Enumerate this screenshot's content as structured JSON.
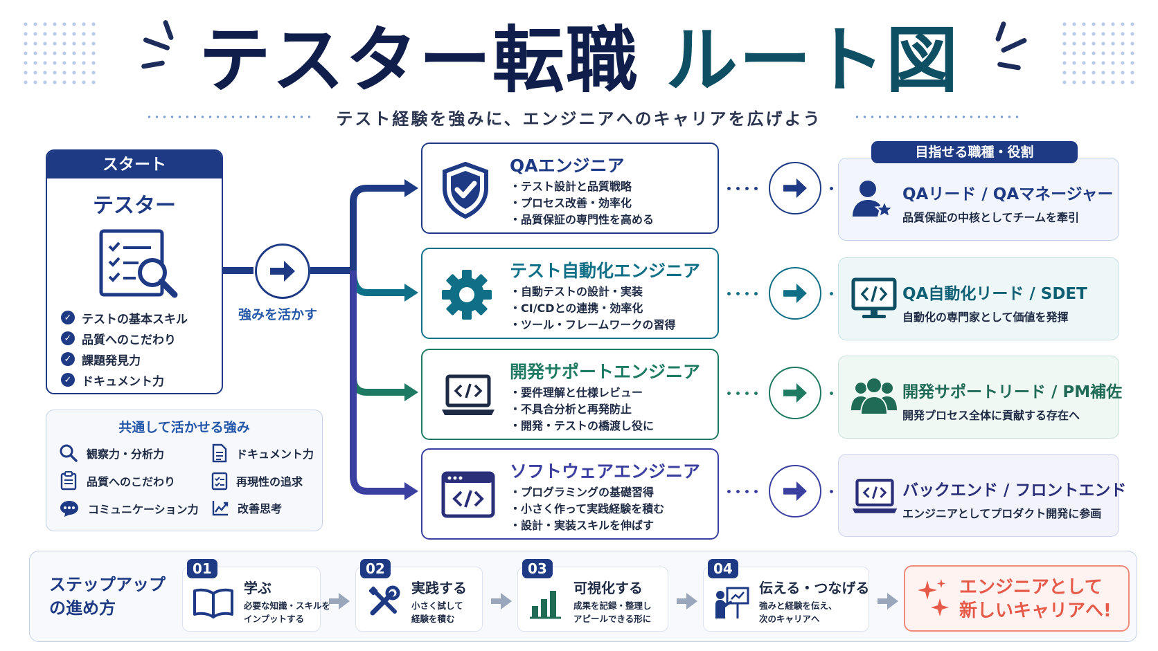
{
  "header": {
    "title_part1": "テスター転職",
    "title_part2": "ルート図",
    "subtitle": "テスト経験を強みに、エンジニアへのキャリアを広げよう"
  },
  "start": {
    "header": "スタート",
    "role": "テスター",
    "skills": [
      "テストの基本スキル",
      "品質へのこだわり",
      "課題発見力",
      "ドキュメント力"
    ]
  },
  "connector_label": "強みを活かす",
  "common": {
    "title": "共通して活かせる強み",
    "items": [
      {
        "label": "観察力・分析力",
        "icon": "search-icon"
      },
      {
        "label": "ドキュメント力",
        "icon": "document-icon"
      },
      {
        "label": "品質へのこだわり",
        "icon": "clipboard-icon"
      },
      {
        "label": "再現性の追求",
        "icon": "checklist-icon"
      },
      {
        "label": "コミュニケーション力",
        "icon": "chat-icon"
      },
      {
        "label": "改善思考",
        "icon": "trend-chart-icon"
      }
    ]
  },
  "routes": [
    {
      "title": "QAエンジニア",
      "icon": "shield-check-icon",
      "color": "#1e3a84",
      "bullets": [
        "テスト設計と品質戦略",
        "プロセス改善・効率化",
        "品質保証の専門性を高める"
      ]
    },
    {
      "title": "テスト自動化エンジニア",
      "icon": "gear-icon",
      "color": "#0e6f86",
      "bullets": [
        "自動テストの設計・実装",
        "CI/CDとの連携・効率化",
        "ツール・フレームワークの習得"
      ]
    },
    {
      "title": "開発サポートエンジニア",
      "icon": "laptop-code-icon",
      "color": "#1f7a63",
      "bullets": [
        "要件理解と仕様レビュー",
        "不具合分析と再発防止",
        "開発・テストの橋渡し役に"
      ]
    },
    {
      "title": "ソフトウェアエンジニア",
      "icon": "code-window-icon",
      "color": "#3a3fa0",
      "bullets": [
        "プログラミングの基礎習得",
        "小さく作って実践経験を積む",
        "設計・実装スキルを伸ばす"
      ]
    }
  ],
  "targets_label": "目指せる職種・役割",
  "targets": [
    {
      "title": "QAリード / QAマネージャー",
      "desc": "品質保証の中核としてチームを牽引",
      "icon": "user-star-icon"
    },
    {
      "title": "QA自動化リード / SDET",
      "desc": "自動化の専門家として価値を発揮",
      "icon": "monitor-code-icon"
    },
    {
      "title": "開発サポートリード / PM補佐",
      "desc": "開発プロセス全体に貢献する存在へ",
      "icon": "team-icon"
    },
    {
      "title": "バックエンド / フロントエンド",
      "desc": "エンジニアとしてプロダクト開発に参画",
      "icon": "laptop-code-icon"
    }
  ],
  "steps": {
    "title_line1": "ステップアップ",
    "title_line2": "の進め方",
    "items": [
      {
        "num": "01",
        "name": "学ぶ",
        "desc1": "必要な知識・スキルを",
        "desc2": "インプットする",
        "icon": "book-icon"
      },
      {
        "num": "02",
        "name": "実践する",
        "desc1": "小さく試して",
        "desc2": "経験を積む",
        "icon": "tools-icon"
      },
      {
        "num": "03",
        "name": "可視化する",
        "desc1": "成果を記録・整理し",
        "desc2": "アピールできる形に",
        "icon": "bar-chart-icon"
      },
      {
        "num": "04",
        "name": "伝える・つなげる",
        "desc1": "強みと経験を伝え、",
        "desc2": "次のキャリアへ",
        "icon": "presenter-icon"
      }
    ],
    "final_line1": "エンジニアとして",
    "final_line2": "新しいキャリアへ!"
  }
}
